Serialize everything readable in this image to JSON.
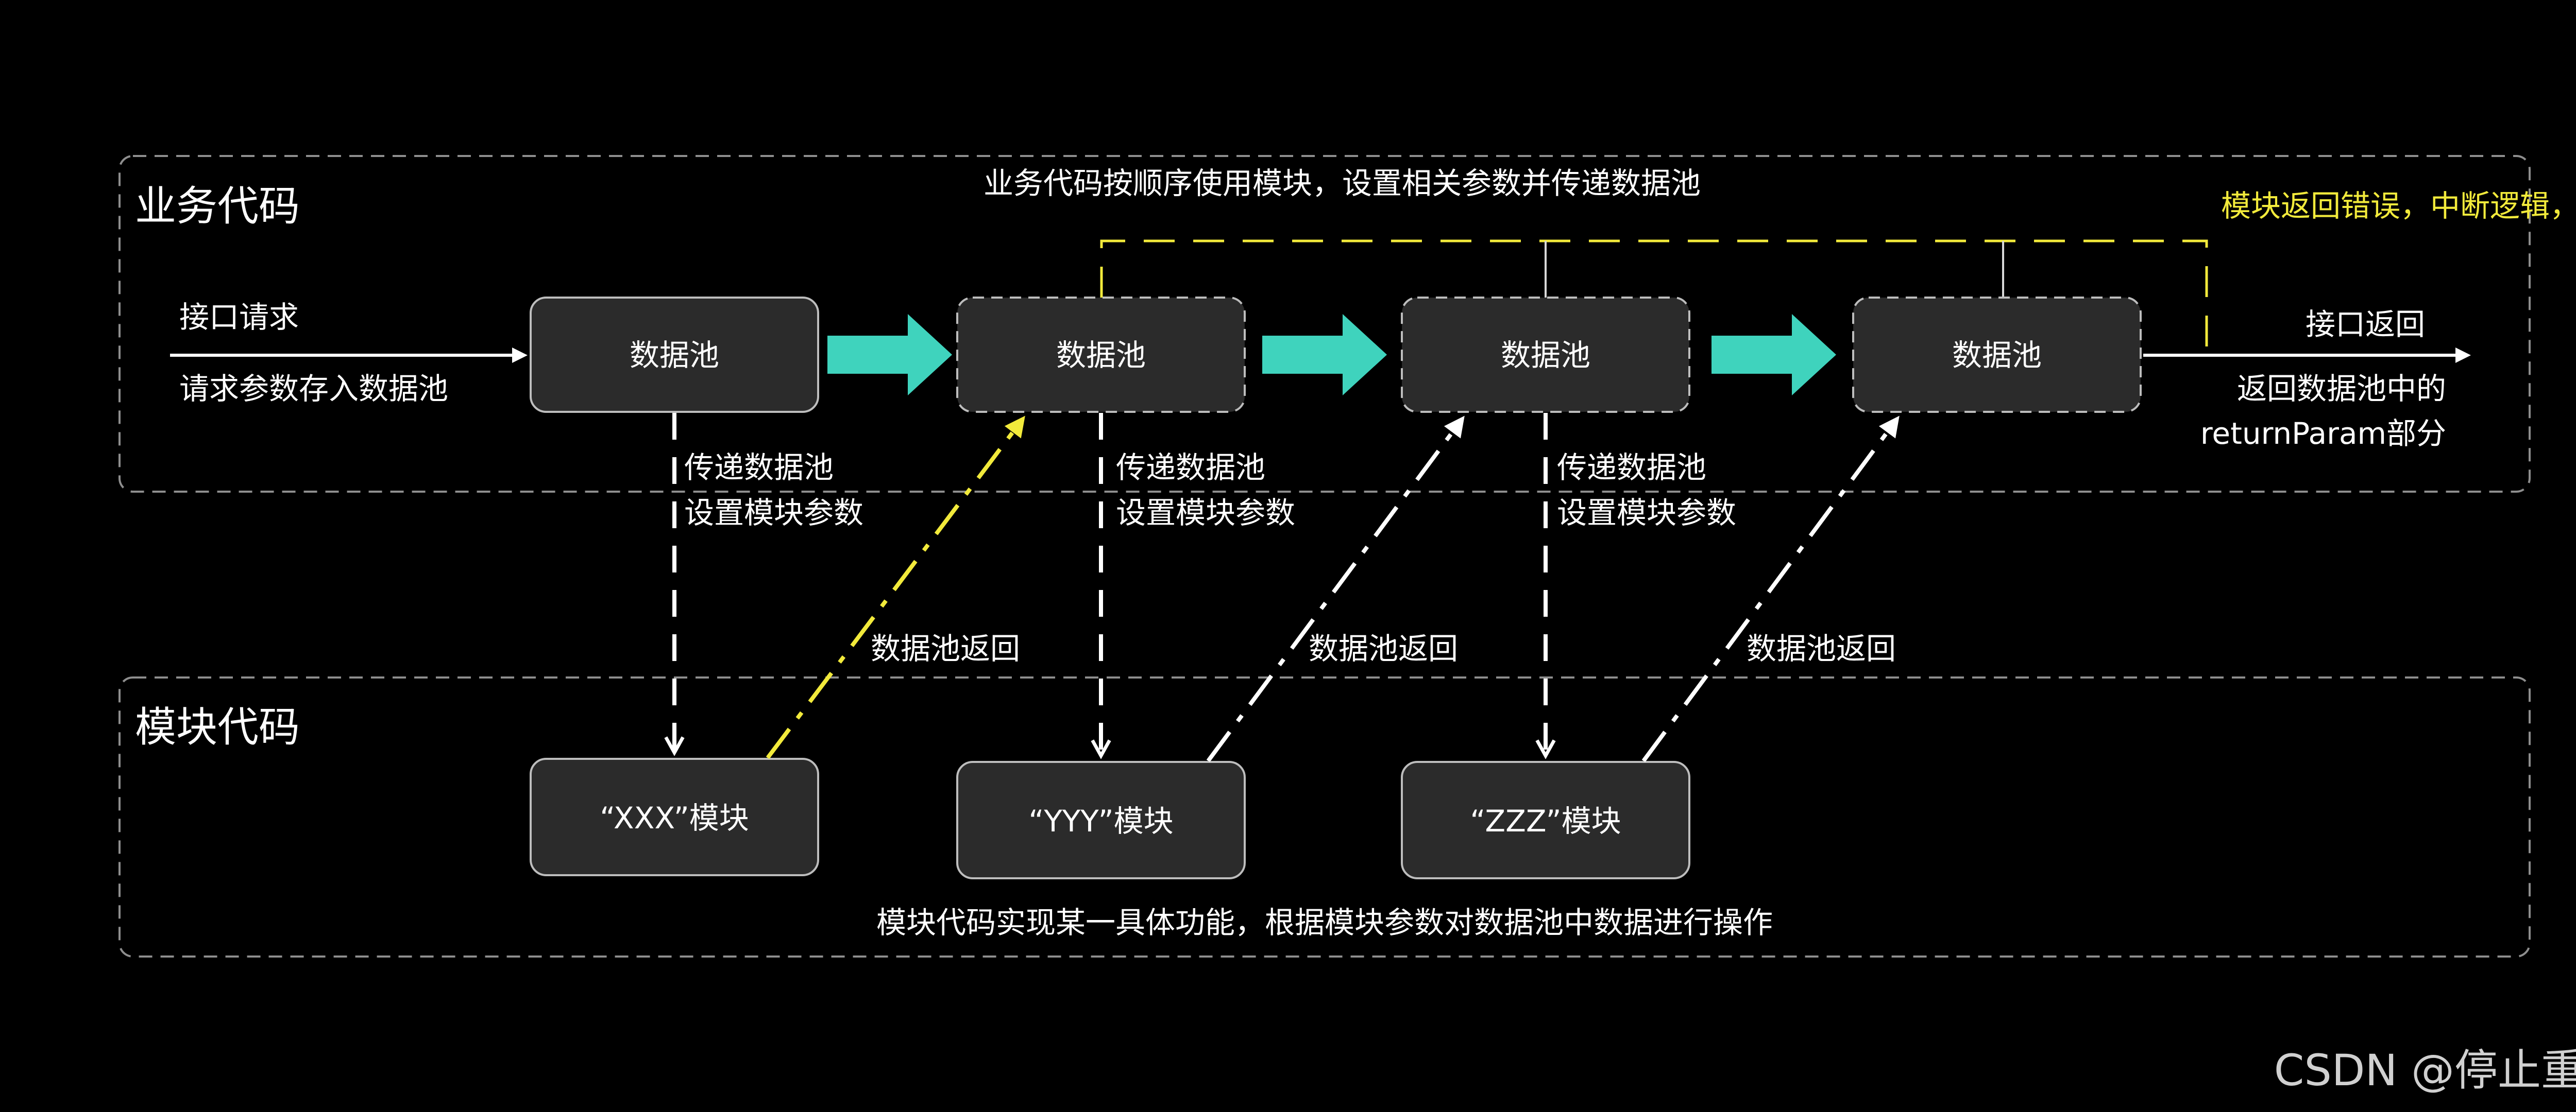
{
  "regions": {
    "business_title": "业务代码",
    "module_title": "模块代码"
  },
  "texts": {
    "business_desc": "业务代码按顺序使用模块，设置相关参数并传递数据池",
    "error_note": "模块返回错误，中断逻辑，立刻返回",
    "request_label": "接口请求",
    "request_desc": "请求参数存入数据池",
    "return_label": "接口返回",
    "return_desc_1": "返回数据池中的",
    "return_desc_2": "returnParam部分",
    "pass_pool": "传递数据池",
    "set_params": "设置模块参数",
    "pool_return": "数据池返回",
    "module_desc": "模块代码实现某一具体功能，根据模块参数对数据池中数据进行操作"
  },
  "pools": [
    "数据池",
    "数据池",
    "数据池",
    "数据池"
  ],
  "modules": [
    "“XXX”模块",
    "“YYY”模块",
    "“ZZZ”模块"
  ],
  "colors": {
    "accent_arrow": "#3fd3bd",
    "error_yellow": "#f2ea3b"
  },
  "watermark": "CSDN @停止重构"
}
